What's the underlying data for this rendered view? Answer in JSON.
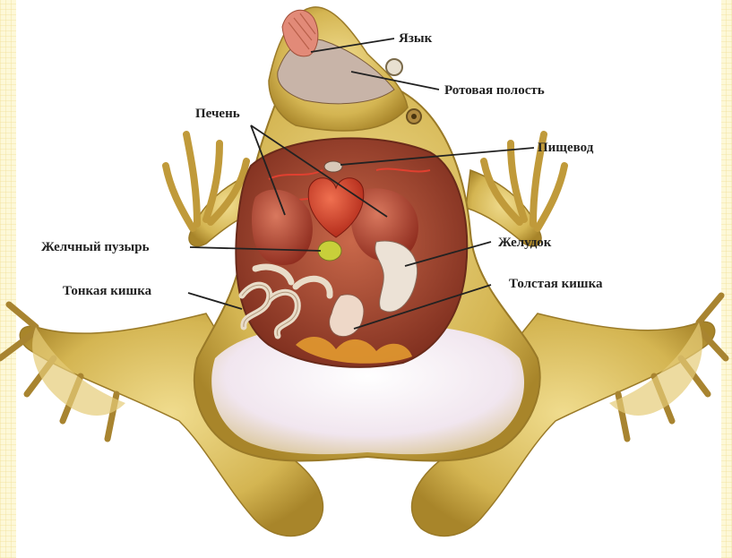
{
  "labels": {
    "tongue": "Язык",
    "mouth_cavity": "Ротовая полость",
    "liver": "Печень",
    "esophagus": "Пищевод",
    "gallbladder": "Желчный пузырь",
    "stomach": "Желудок",
    "small_intestine": "Тонкая кишка",
    "large_intestine": "Толстая кишка"
  },
  "colors": {
    "skin": "#c9a94a",
    "skin_light": "#e8d690",
    "belly": "#f3e9ee",
    "organ_red": "#b8402e",
    "gallbladder": "#c8cf3a",
    "intestine": "#e9dcc8"
  }
}
